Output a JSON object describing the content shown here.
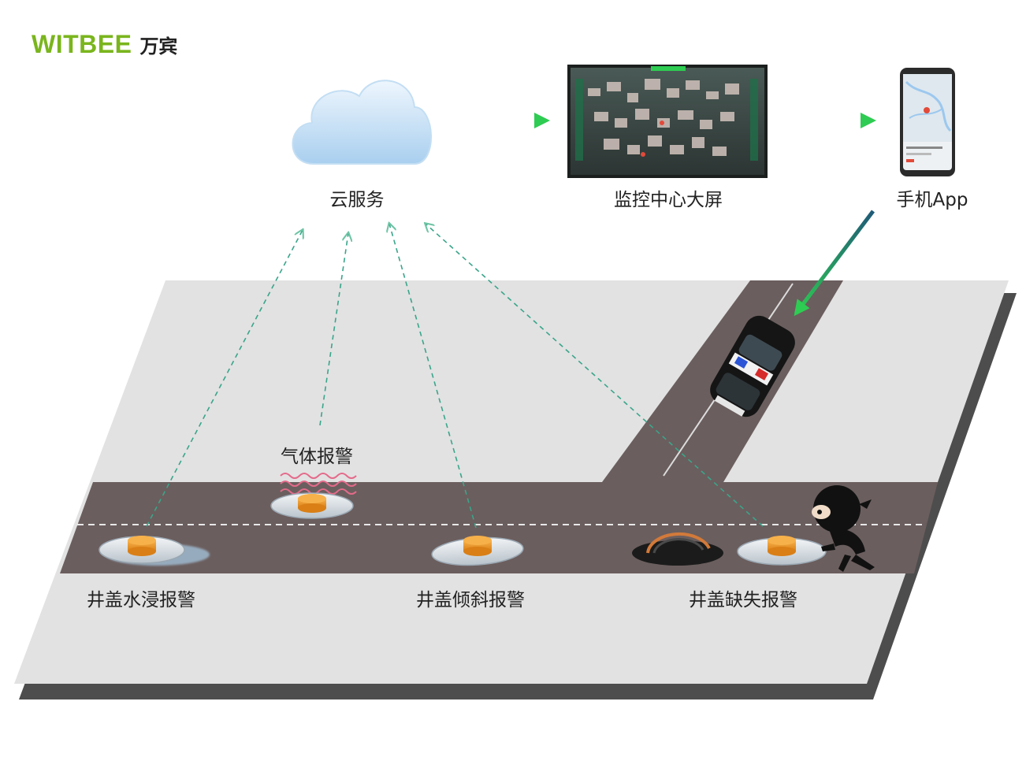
{
  "brand": {
    "name_en": "WITBEE",
    "name_cn": "万宾",
    "color": "#7ab51d"
  },
  "nodes": {
    "cloud": "云服务",
    "monitor": "监控中心大屏",
    "phone": "手机App"
  },
  "alerts": {
    "gas": "气体报警",
    "flood": "井盖水浸报警",
    "tilt": "井盖倾斜报警",
    "missing": "井盖缺失报警"
  },
  "colors": {
    "flow_start": "#1f5a78",
    "flow_end": "#2ecc52",
    "signal": "#3aa58a",
    "road": "#6b5e5e",
    "ground": "#e2e2e2",
    "cover_core": "#f29a2e"
  }
}
